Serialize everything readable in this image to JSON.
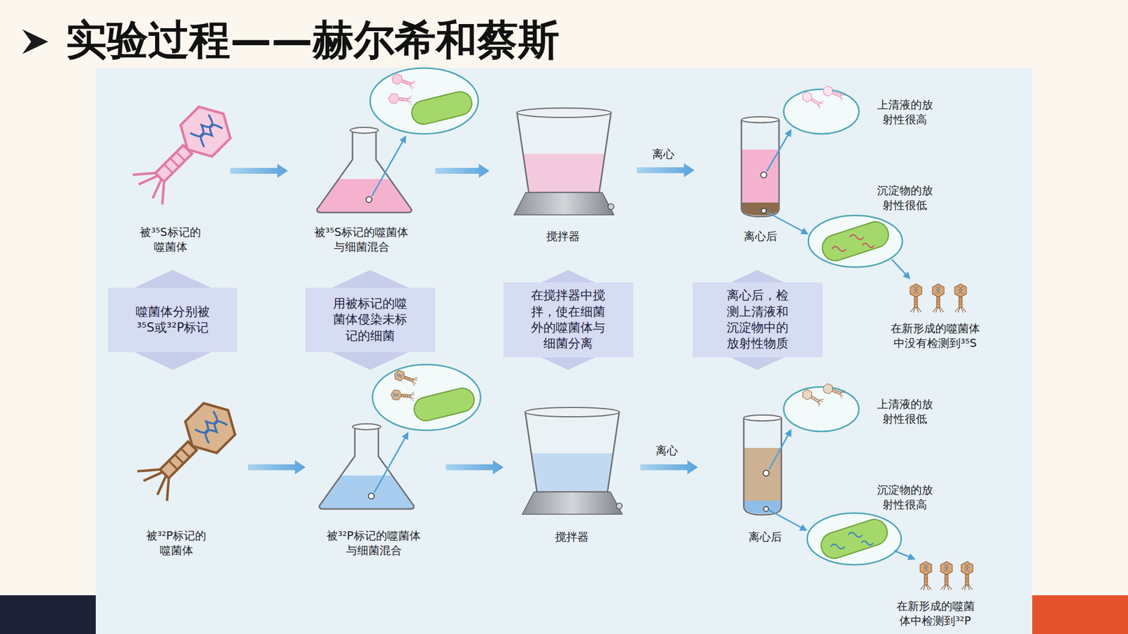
{
  "diagram": {
    "title": "实验过程——赫尔希和蔡斯",
    "nodes": [
      {
        "text": [
          "噬菌体分别被 ³⁵S或³²P标记"
        ]
      },
      {
        "text": [
          "用被标记的噬 菌体侵染未标 记的细菌"
        ]
      },
      {
        "text": [
          "在搅拌器中搅 拌，使在细菌 外的噬菌体与 细菌分离"
        ]
      },
      {
        "text": [
          "离心后，检 测上清液和 沉淀物中的 放射性物质"
        ]
      }
    ],
    "labels": [
      "被³⁵S标记的 噬菌体",
      "被³⁵S标记的噬菌体 与细菌混合",
      "搅拌器",
      "离心",
      "离心后",
      "上清液的放 射性很高",
      "沉淀物的放 射性很低",
      "在新形成的噬菌体 中没有检测到³⁵S",
      "被³²P标记的 噬菌体",
      "被³²P标记的噬菌体 与细菌混合",
      "搅拌器",
      "离心",
      "离心后",
      "上清液的放 射性很低",
      "沉淀物的放 射性很高",
      "在新形成的噬菌 体中检测到³²P"
    ]
  }
}
